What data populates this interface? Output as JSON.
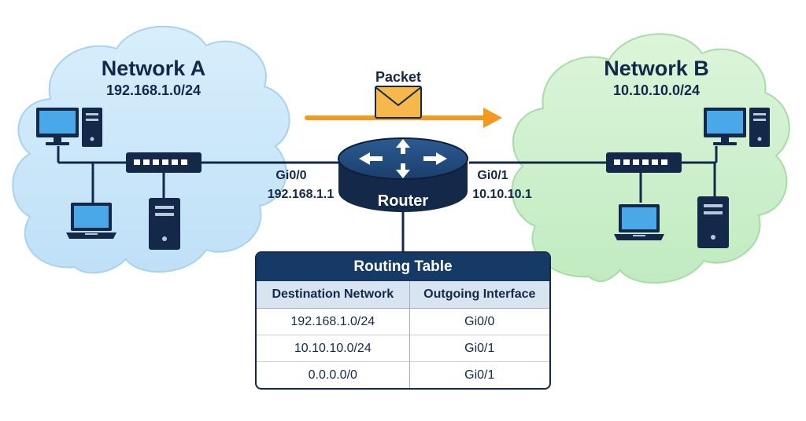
{
  "network_a": {
    "title": "Network A",
    "subnet": "192.168.1.0/24"
  },
  "network_b": {
    "title": "Network B",
    "subnet": "10.10.10.0/24"
  },
  "packet": {
    "label": "Packet"
  },
  "router": {
    "label": "Router",
    "left_interface": {
      "name": "Gi0/0",
      "ip": "192.168.1.1"
    },
    "right_interface": {
      "name": "Gi0/1",
      "ip": "10.10.10.1"
    }
  },
  "routing_table": {
    "title": "Routing Table",
    "headers": [
      "Destination Network",
      "Outgoing Interface"
    ],
    "rows": [
      [
        "192.168.1.0/24",
        "Gi0/0"
      ],
      [
        "10.10.10.0/24",
        "Gi0/1"
      ],
      [
        "0.0.0.0/0",
        "Gi0/1"
      ]
    ]
  },
  "colors": {
    "navy": "#14294a",
    "network_a_cloud": "#cfe8fa",
    "network_b_cloud": "#d3f1d2",
    "screen": "#4aa8e8",
    "packet_arrow": "#f39a1e",
    "envelope": "#f6b84a"
  },
  "icons": [
    "desktop-computer-icon",
    "laptop-icon",
    "server-tower-icon",
    "network-switch-icon",
    "router-icon",
    "envelope-icon"
  ]
}
